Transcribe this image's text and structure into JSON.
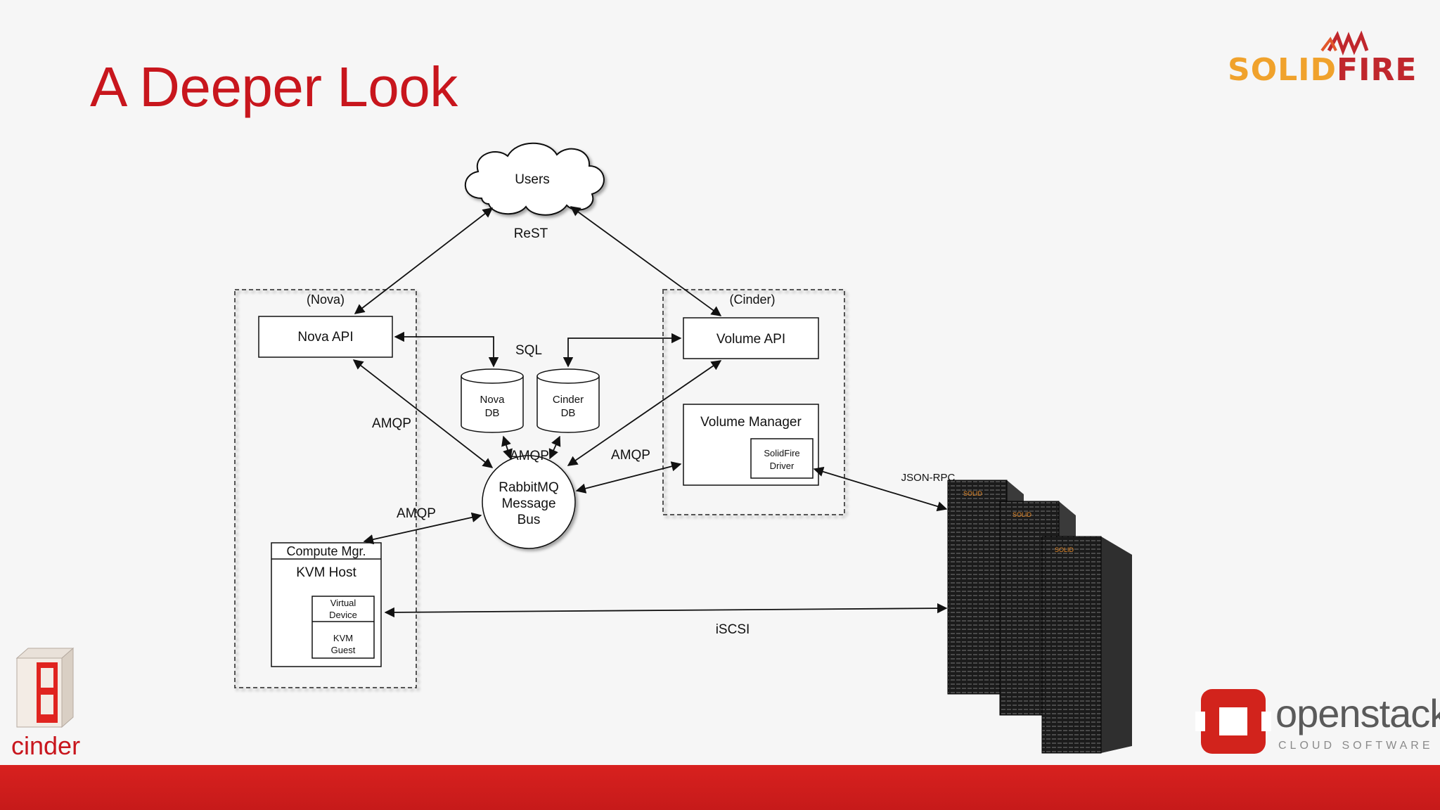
{
  "slide": {
    "title": "A Deeper Look"
  },
  "logos": {
    "solidfire": {
      "solid": "SOLID",
      "fire": "FIRE"
    },
    "cinder": "cinder",
    "openstack": {
      "word": "openstack",
      "sub": "CLOUD SOFTWARE"
    },
    "rack_brand": "SOLID"
  },
  "diagram": {
    "users": "Users",
    "rest": "ReST",
    "nova_group": "(Nova)",
    "cinder_group": "(Cinder)",
    "nova_api": "Nova API",
    "volume_api": "Volume API",
    "sql": "SQL",
    "nova_db": [
      "Nova",
      "DB"
    ],
    "cinder_db": [
      "Cinder",
      "DB"
    ],
    "amqp": "AMQP",
    "volume_manager": "Volume Manager",
    "solidfire_driver": [
      "SolidFire",
      "Driver"
    ],
    "rabbitmq": [
      "RabbitMQ",
      "Message",
      "Bus"
    ],
    "compute_mgr": "Compute Mgr.",
    "kvm_host": "KVM Host",
    "virtual_device": [
      "Virtual",
      "Device"
    ],
    "kvm_guest": [
      "KVM",
      "Guest"
    ],
    "json_rpc": "JSON-RPC",
    "iscsi": "iSCSI"
  },
  "colors": {
    "brand_red": "#c8161d",
    "solid_orange": "#f0a22c"
  }
}
